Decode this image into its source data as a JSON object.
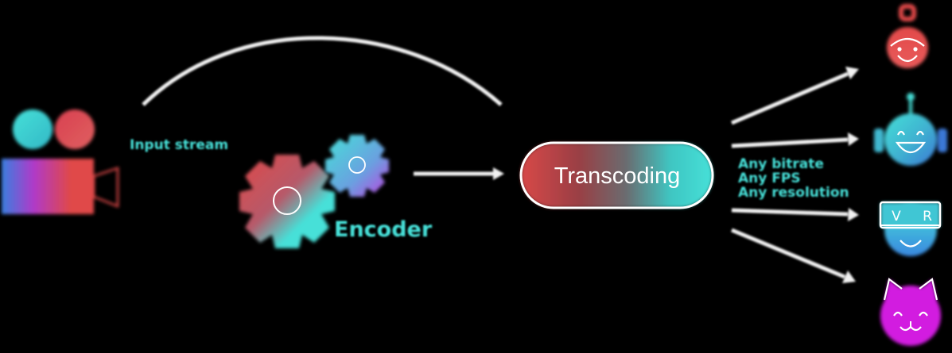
{
  "labels": {
    "input_stream": "Input stream",
    "encoder": "Encoder",
    "transcoding": "Transcoding",
    "any_bitrate": "Any bitrate",
    "any_fps": "Any FPS",
    "any_resolution": "Any resolution",
    "vr_left": "V",
    "vr_right": "R"
  },
  "colors": {
    "background": "#000000",
    "accent_cyan": "#46e0d8",
    "accent_red": "#e04848",
    "accent_magenta": "#d21ce0",
    "accent_blue": "#3a8fd6",
    "line_white": "#f2f2f2"
  },
  "icons": {
    "source": "video-camera-icon",
    "encoder": "gears-icon",
    "viewers": [
      "girl-viewer-icon",
      "robot-viewer-icon",
      "vr-headset-viewer-icon",
      "cat-viewer-icon"
    ]
  }
}
